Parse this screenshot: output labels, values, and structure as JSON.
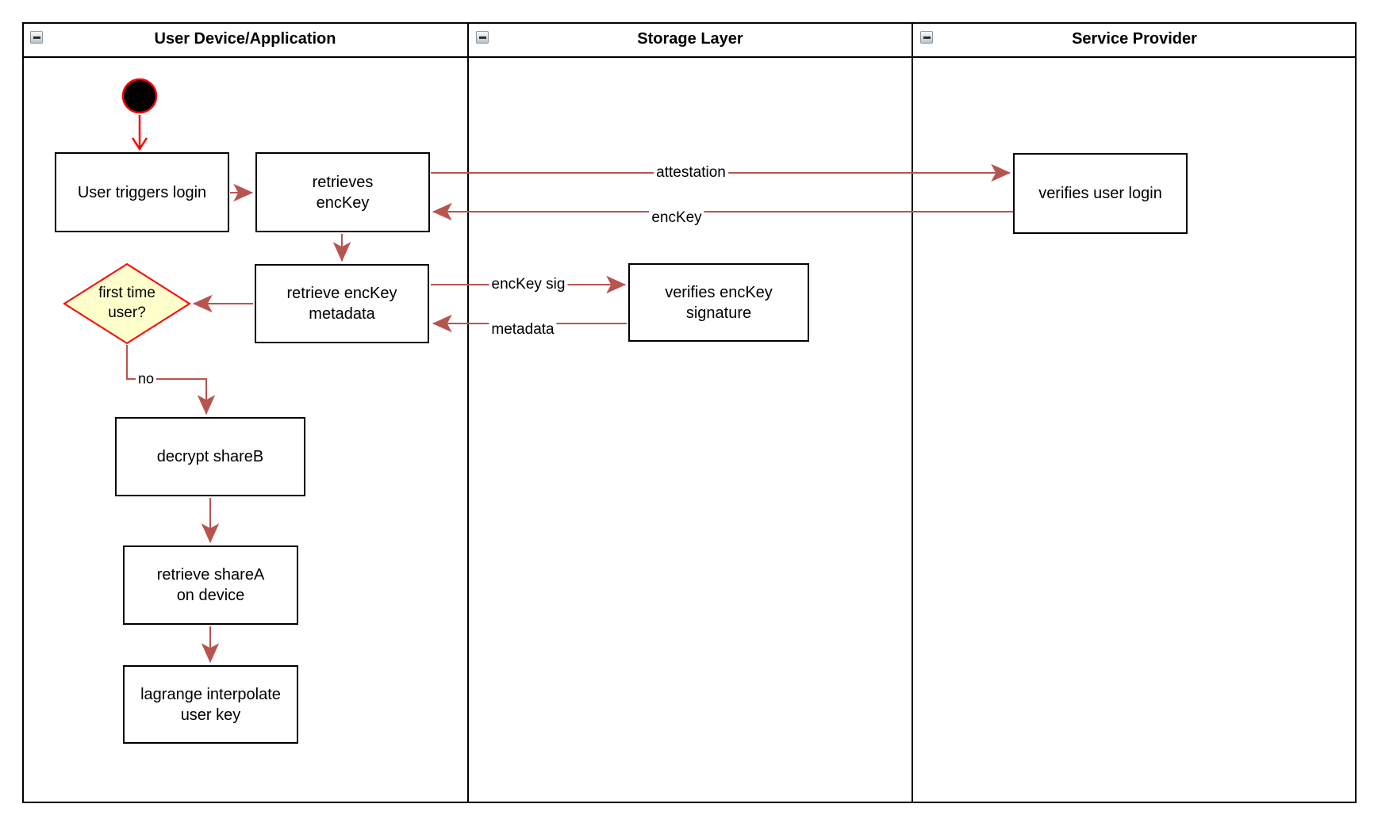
{
  "pool": {
    "lanes": [
      {
        "title": "User Device/Application",
        "collapse_icon": "minus"
      },
      {
        "title": "Storage Layer",
        "collapse_icon": "minus"
      },
      {
        "title": "Service Provider",
        "collapse_icon": "minus"
      }
    ]
  },
  "nodes": {
    "start": {
      "type": "initial-state"
    },
    "user_triggers_login": {
      "label": "User triggers login"
    },
    "retrieves_enckey": {
      "label": "retrieves\nencKey"
    },
    "retrieve_enckey_metadata": {
      "label": "retrieve encKey\nmetadata"
    },
    "first_time_user": {
      "label": "first time\nuser?"
    },
    "decrypt_shareb": {
      "label": "decrypt shareB"
    },
    "retrieve_sharea": {
      "label": "retrieve shareA\non device"
    },
    "lagrange_interpolate": {
      "label": "lagrange interpolate\nuser key"
    },
    "verifies_enckey_signature": {
      "label": "verifies encKey\nsignature"
    },
    "verifies_user_login": {
      "label": "verifies user login"
    }
  },
  "edge_labels": {
    "attestation": "attestation",
    "enckey": "encKey",
    "enckey_sig": "encKey sig",
    "metadata": "metadata",
    "no": "no"
  },
  "colors": {
    "flow_edge": "#b85450",
    "start_edge": "#ff0000",
    "decision_fill": "#ffffcc",
    "decision_border": "#ff0000",
    "node_border": "#000000",
    "node_fill": "#ffffff",
    "initial_node_fill": "#000000",
    "initial_node_stroke": "#ff0000"
  }
}
